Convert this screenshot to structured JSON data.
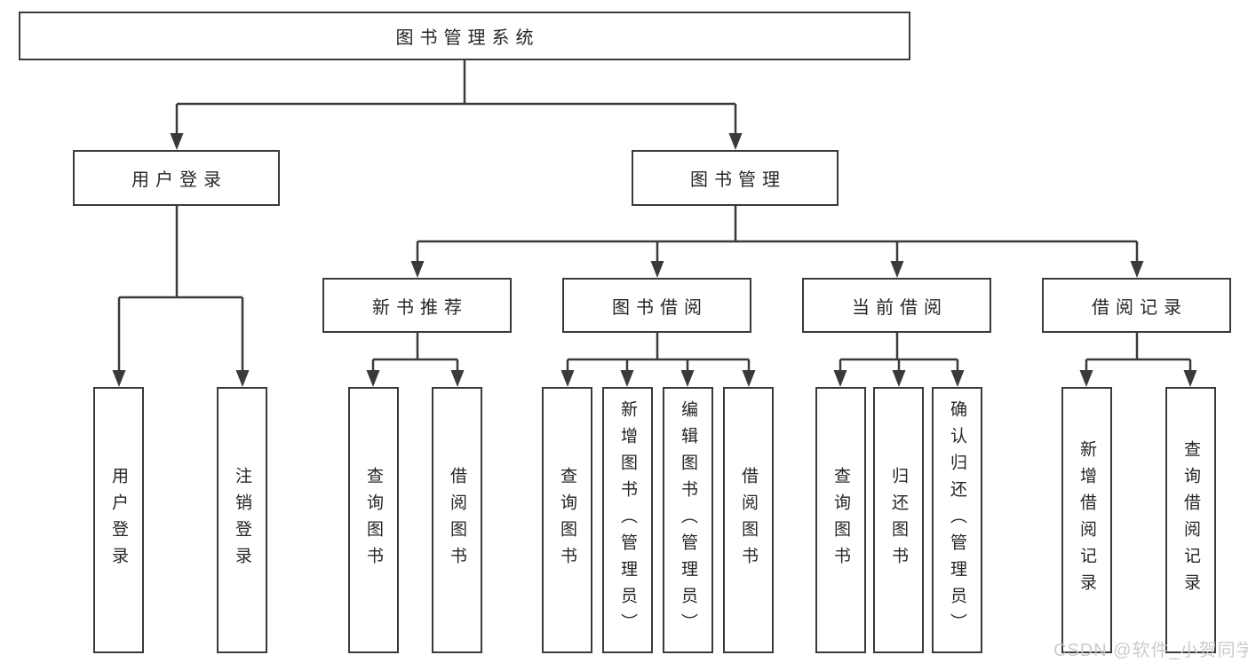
{
  "diagram": {
    "title": "图书管理系统",
    "colors": {
      "line": "#3a3a3a",
      "text": "#262626",
      "box_bg": "#ffffff"
    },
    "level2": [
      {
        "label": "用户登录"
      },
      {
        "label": "图书管理"
      }
    ],
    "level3": [
      {
        "label": "新书推荐"
      },
      {
        "label": "图书借阅"
      },
      {
        "label": "当前借阅"
      },
      {
        "label": "借阅记录"
      }
    ],
    "leaves": [
      {
        "label": "用户登录"
      },
      {
        "label": "注销登录"
      },
      {
        "label": "查询图书"
      },
      {
        "label": "借阅图书"
      },
      {
        "label": "查询图书"
      },
      {
        "label": "新增图书（管理员）"
      },
      {
        "label": "编辑图书（管理员）"
      },
      {
        "label": "借阅图书"
      },
      {
        "label": "查询图书"
      },
      {
        "label": "归还图书"
      },
      {
        "label": "确认归还（管理员）"
      },
      {
        "label": "新增借阅记录"
      },
      {
        "label": "查询借阅记录"
      }
    ]
  },
  "watermark": {
    "text": "CSDN @软件_小贺同学"
  }
}
